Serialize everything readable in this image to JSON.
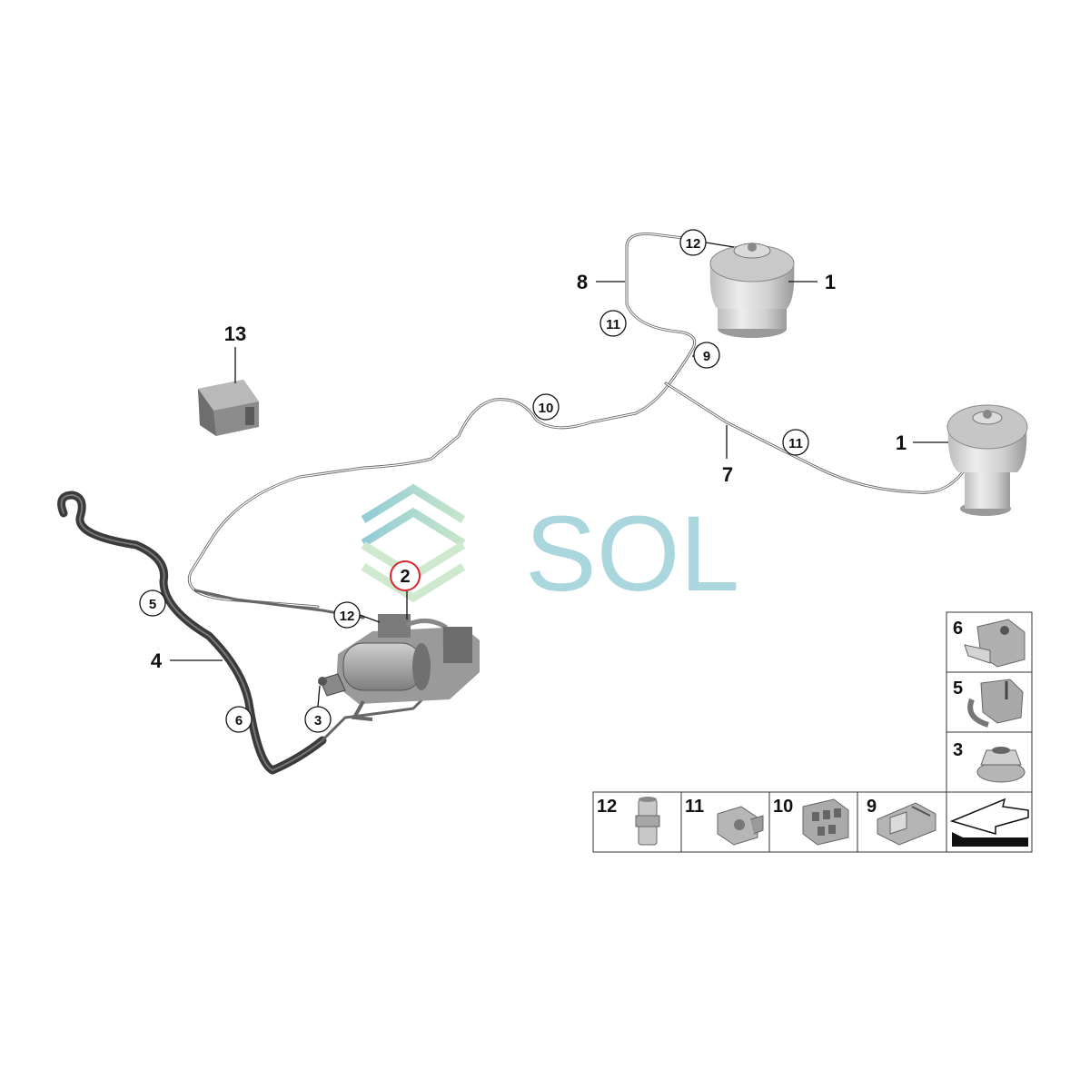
{
  "callouts": {
    "part1_upper": "1",
    "part1_lower": "1",
    "part2": "2",
    "part3": "3",
    "part4": "4",
    "part5": "5",
    "part6": "6",
    "part7": "7",
    "part8": "8",
    "part9": "9",
    "part10": "10",
    "part11_upper": "11",
    "part11_right": "11",
    "part12_upper": "12",
    "part12_lower": "12",
    "part13": "13"
  },
  "legend": {
    "item6": "6",
    "item5": "5",
    "item3": "3",
    "item12": "12",
    "item11": "11",
    "item10": "10",
    "item9": "9"
  },
  "watermark": {
    "text": "SOL",
    "color": "#a9d7dd"
  },
  "highlight_color": "#d9262b",
  "icons": [
    "air-spring",
    "air-compressor",
    "control-module",
    "hose-clip",
    "nut",
    "connector",
    "arrow"
  ]
}
